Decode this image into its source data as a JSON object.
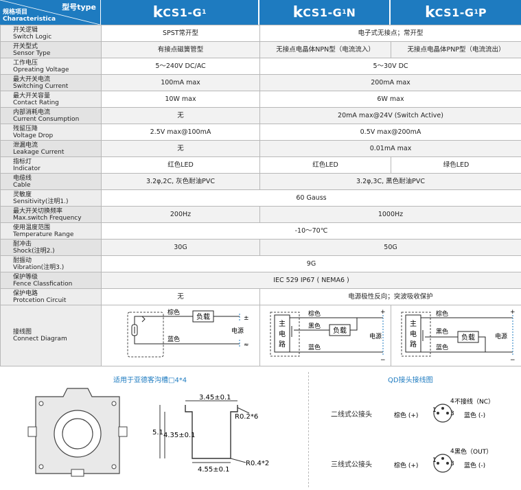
{
  "header": {
    "corner_model": "型号type",
    "corner_spec_cn": "规格项目",
    "corner_spec_en": "Characteristica",
    "models": [
      {
        "k": "k",
        "name": "CS1-G",
        "sub": "1",
        "suffix": ""
      },
      {
        "k": "k",
        "name": "CS1-G",
        "sub": "1",
        "suffix": "N"
      },
      {
        "k": "k",
        "name": "CS1-G",
        "sub": "1",
        "suffix": "P"
      }
    ]
  },
  "rows": [
    {
      "cn": "开关逻辑",
      "en": "Switch Logic",
      "g1": "SPST常开型",
      "npn": "电子式无接点；常开型",
      "pnp": null
    },
    {
      "cn": "开关型式",
      "en": "Sensor Type",
      "g1": "有接点磁簧管型",
      "npn": "无接点电晶体NPN型（电流流入）",
      "pnp": "无接点电晶体PNP型（电流流出）"
    },
    {
      "cn": "工作电压",
      "en": "Opreating Voltage",
      "g1": "5～240V DC/AC",
      "npn": "5～30V DC",
      "pnp": null
    },
    {
      "cn": "最大开关电流",
      "en": "Switching Current",
      "g1": "100mA max",
      "npn": "200mA max",
      "pnp": null
    },
    {
      "cn": "最大开关容量",
      "en": "Contact Rating",
      "g1": "10W max",
      "npn": "6W max",
      "pnp": null
    },
    {
      "cn": "内部消耗电流",
      "en": "Current Consumption",
      "g1": "无",
      "npn": "20mA max@24V (Switch Active)",
      "pnp": null
    },
    {
      "cn": "残留压降",
      "en": "Voltage Drop",
      "g1": "2.5V max@100mA",
      "npn": "0.5V max@200mA",
      "pnp": null
    },
    {
      "cn": "泄漏电流",
      "en": "Leakage Current",
      "g1": "无",
      "npn": "0.01mA max",
      "pnp": null
    },
    {
      "cn": "指标灯",
      "en": "Indicator",
      "g1": "红色LED",
      "npn": "红色LED",
      "pnp": "绿色LED"
    },
    {
      "cn": "电缆线",
      "en": "Cable",
      "g1": "3.2φ,2C, 灰色耐油PVC",
      "npn": "3.2φ,3C, 黑色耐油PVC",
      "pnp": null
    },
    {
      "cn": "灵敏度",
      "en": "Sensitivity(注明1.)",
      "all": "60 Gauss"
    },
    {
      "cn": "最大开关切换频率",
      "en": "Max.switch Frequency",
      "g1": "200Hz",
      "npn": "1000Hz",
      "pnp": null
    },
    {
      "cn": "使用温度范围",
      "en": "Temperature Range",
      "all": "-10～70℃"
    },
    {
      "cn": "耐冲击",
      "en": "Shock(注明2.)",
      "g1": "30G",
      "npn": "50G",
      "pnp": null
    },
    {
      "cn": "耐振动",
      "en": "Vibration(注明3.)",
      "all": "9G"
    },
    {
      "cn": "保护等级",
      "en": "Fence Classfication",
      "all": "IEC  529  IP67 ( NEMA6 )"
    },
    {
      "cn": "保护电路",
      "en": "Protcetion Circuit",
      "g1": "无",
      "npn": "电源极性反向；突波吸收保护",
      "pnp": null
    }
  ],
  "connection": {
    "cn": "接线图",
    "en": "Connect Diagram",
    "g1": {
      "brown": "棕色",
      "blue": "蓝色",
      "load": "负载",
      "power": "电源",
      "plus": "±",
      "minus": "≈"
    },
    "npn": {
      "main": [
        "主",
        "电",
        "路"
      ],
      "brown": "棕色",
      "black": "黑色",
      "blue": "蓝色",
      "load": "负载",
      "power": "电源",
      "plus": "+",
      "minus": "−"
    },
    "pnp": {
      "main": [
        "主",
        "电",
        "路"
      ],
      "brown": "棕色",
      "black": "黑色",
      "blue": "蓝色",
      "load": "负载",
      "power": "电源",
      "plus": "+",
      "minus": "−"
    }
  },
  "slot": {
    "title": "适用于亚德客沟槽□4*4",
    "dims": {
      "top": "3.45±0.1",
      "r_top": "R0.2*6",
      "h_total": "5.1",
      "h_inner": "4.35±0.1",
      "bottom": "4.55±0.1",
      "r_bottom": "R0.4*2"
    }
  },
  "qd": {
    "title": "QD接头接线图",
    "two_wire": {
      "label": "二线式公接头",
      "pin4": "不接线（NC）",
      "pin1": "棕色 (+)",
      "pin3": "蓝色 (-)",
      "n1": "1",
      "n3": "3",
      "n4": "4"
    },
    "three_wire": {
      "label": "三线式公接头",
      "pin4": "黑色（OUT）",
      "pin1": "棕色 (+)",
      "pin3": "蓝色 (-)",
      "n1": "1",
      "n3": "3",
      "n4": "4"
    }
  },
  "colors": {
    "header_blue": "#1e7bc0",
    "label_bg": "#ededed",
    "border": "#b8b8b8"
  }
}
